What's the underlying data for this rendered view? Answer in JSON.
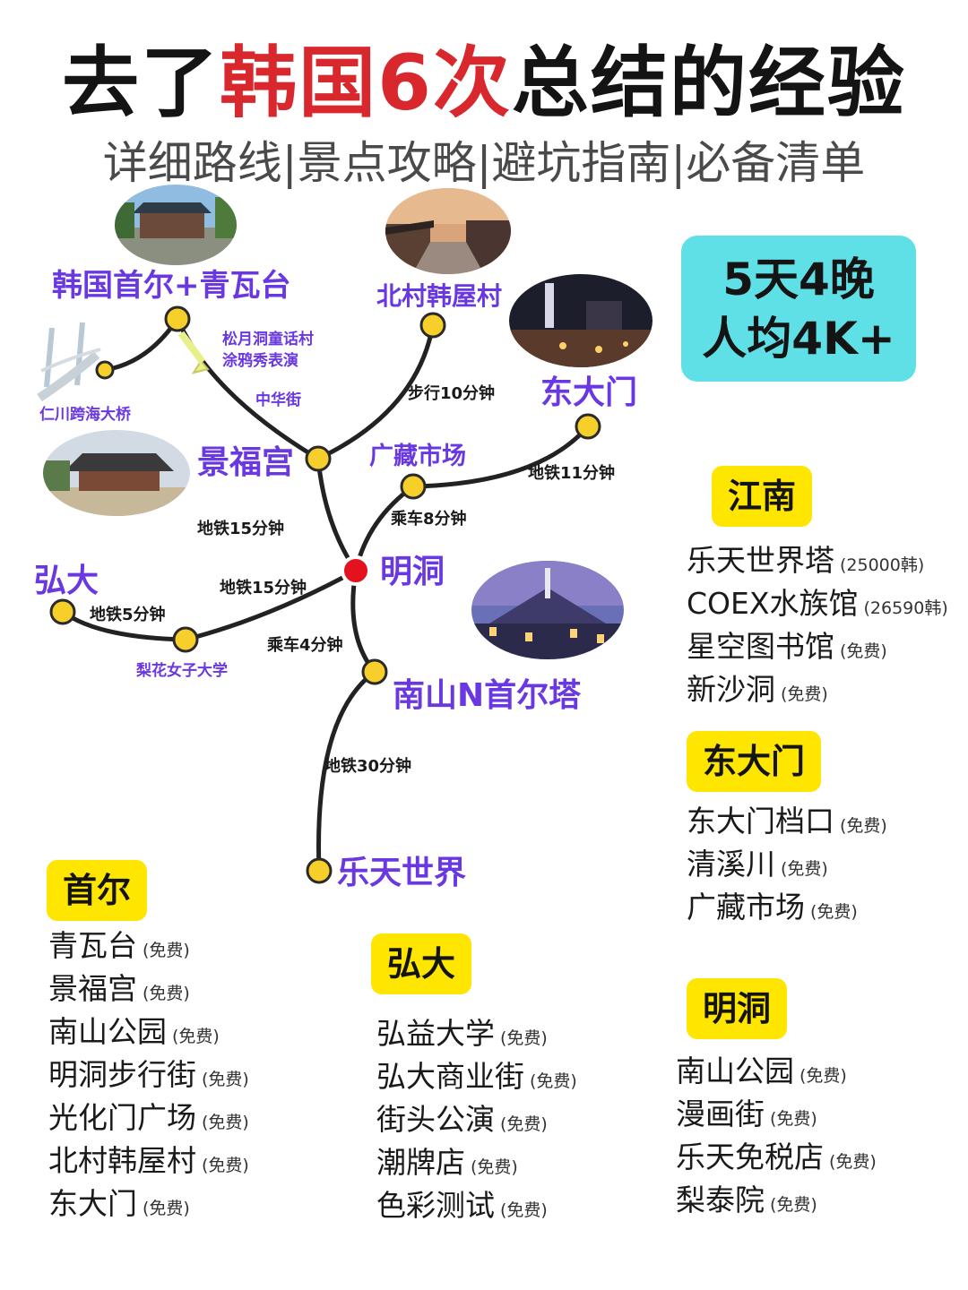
{
  "header": {
    "title_a": "去了",
    "title_b": "韩国6次",
    "title_c": "总结的经验",
    "subtitle": "详细路线|景点攻略|避坑指南|必备清单"
  },
  "map": {
    "stops": [
      {
        "label": "韩国首尔+青瓦台"
      },
      {
        "label": "北村韩屋村"
      },
      {
        "label": "东大门"
      },
      {
        "label": "景福宫"
      },
      {
        "label": "广藏市场"
      },
      {
        "label": "明洞"
      },
      {
        "label": "弘大"
      },
      {
        "label": "南山N首尔塔"
      },
      {
        "label": "乐天世界"
      },
      {
        "label": "梨花女子大学"
      },
      {
        "label": "仁川跨海大桥"
      }
    ],
    "notes": {
      "songwol": "松月洞童话村",
      "mural": "涂鸦秀表演",
      "chinatown": "中华街"
    },
    "legs": [
      {
        "label": "步行10分钟"
      },
      {
        "label": "地铁11分钟"
      },
      {
        "label": "乘车8分钟"
      },
      {
        "label": "地铁15分钟"
      },
      {
        "label": "地铁15分钟"
      },
      {
        "label": "地铁5分钟"
      },
      {
        "label": "乘车4分钟"
      },
      {
        "label": "地铁30分钟"
      }
    ]
  },
  "badge": {
    "line1": "5天4晚",
    "line2": "人均4K+"
  },
  "sections": {
    "gangnam": {
      "title": "江南",
      "items": [
        {
          "name": "乐天世界塔",
          "note": "(25000韩)"
        },
        {
          "name": "COEX水族馆",
          "note": "(26590韩)"
        },
        {
          "name": "星空图书馆",
          "note": "(免费)"
        },
        {
          "name": "新沙洞",
          "note": "(免费)"
        }
      ]
    },
    "dongdaemun": {
      "title": "东大门",
      "items": [
        {
          "name": "东大门档口",
          "note": "(免费)"
        },
        {
          "name": "清溪川",
          "note": "(免费)"
        },
        {
          "name": "广藏市场",
          "note": "(免费)"
        }
      ]
    },
    "seoul": {
      "title": "首尔",
      "items": [
        {
          "name": "青瓦台",
          "note": "(免费)"
        },
        {
          "name": "景福宫",
          "note": "(免费)"
        },
        {
          "name": "南山公园",
          "note": "(免费)"
        },
        {
          "name": "明洞步行街",
          "note": "(免费)"
        },
        {
          "name": "光化门广场",
          "note": "(免费)"
        },
        {
          "name": "北村韩屋村",
          "note": "(免费)"
        },
        {
          "name": "东大门",
          "note": "(免费)"
        }
      ]
    },
    "hongdae": {
      "title": "弘大",
      "items": [
        {
          "name": "弘益大学",
          "note": "(免费)"
        },
        {
          "name": "弘大商业街",
          "note": "(免费)"
        },
        {
          "name": "街头公演",
          "note": "(免费)"
        },
        {
          "name": "潮牌店",
          "note": "(免费)"
        },
        {
          "name": "色彩测试",
          "note": "(免费)"
        }
      ]
    },
    "myeongdong": {
      "title": "明洞",
      "items": [
        {
          "name": "南山公园",
          "note": "(免费)"
        },
        {
          "name": "漫画街",
          "note": "(免费)"
        },
        {
          "name": "乐天免税店",
          "note": "(免费)"
        },
        {
          "name": "梨泰院",
          "note": "(免费)"
        }
      ]
    }
  },
  "colors": {
    "title_highlight": "#d8282e",
    "map_label": "#6a38e0",
    "route_line": "#222222",
    "stop_fill": "#f6cf2a",
    "center_stop": "#e3121e",
    "badge_bg": "#5fe0e6",
    "tag_bg": "#ffe600"
  }
}
